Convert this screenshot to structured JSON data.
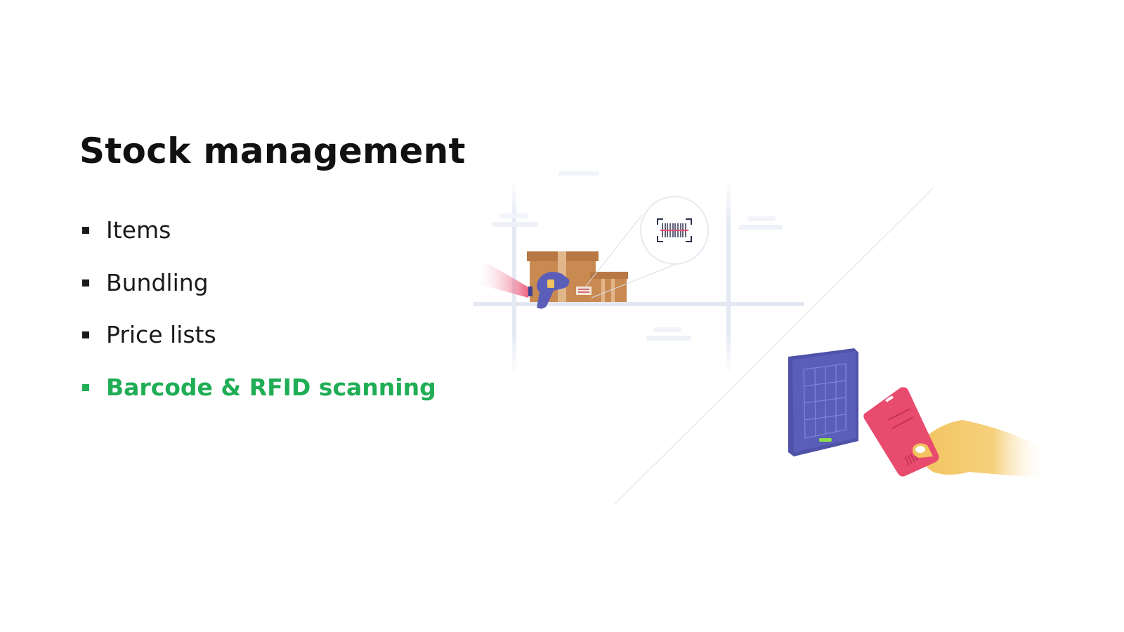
{
  "slide": {
    "title": "Stock management",
    "bullets": [
      {
        "label": "Items",
        "active": false
      },
      {
        "label": "Bundling",
        "active": false
      },
      {
        "label": "Price lists",
        "active": false
      },
      {
        "label": "Barcode & RFID scanning",
        "active": true
      }
    ],
    "colors": {
      "accent": "#1fad55",
      "text": "#1a1a1a",
      "box": "#c98a52",
      "scanner": "#5b5eb8",
      "rfid_reader": "#5b5eb8",
      "card": "#e84b6e",
      "hand": "#f2c35e"
    },
    "illustration": {
      "icons": [
        "warehouse-shelf-icon",
        "cardboard-boxes-icon",
        "barcode-scanner-icon",
        "barcode-zoom-icon",
        "rfid-reader-icon",
        "rfid-card-icon",
        "hand-icon"
      ]
    }
  }
}
